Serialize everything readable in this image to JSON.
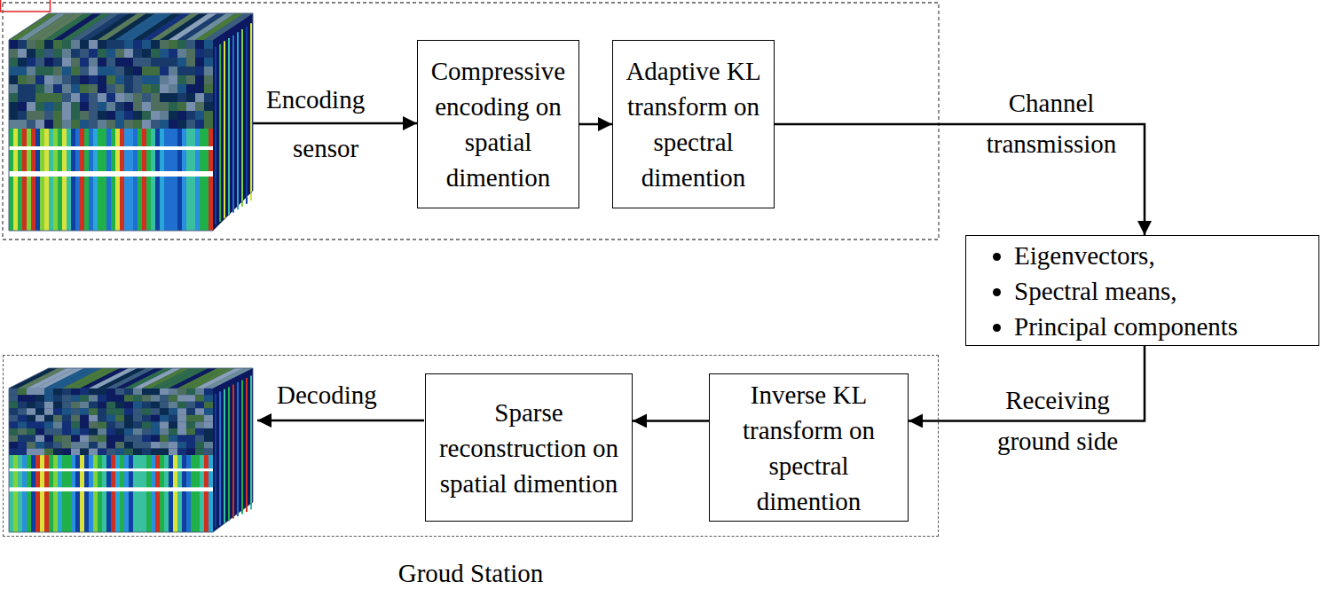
{
  "diagram": {
    "nodes": [
      {
        "text": [
          "Compressive encoding on spatial dimention"
        ]
      },
      {
        "text": [
          "Adaptive KL transform on spectral dimention"
        ]
      },
      {
        "text": [
          "Eigenvectors,",
          "Spectral means,",
          "Principal components"
        ]
      },
      {
        "text": [
          "Groud Station"
        ]
      },
      {
        "text": [
          "Sparse reconstruction on spatial dimention"
        ],
        "in": 3
      },
      {
        "text": [
          "Inverse KL transform on spectral dimention"
        ],
        "in": 3
      }
    ],
    "edges": [
      {
        "from": 0,
        "to": 1,
        "arrow": "to"
      },
      {
        "from": 1,
        "to": 2,
        "arrow": "to",
        "label": "Channel transmission"
      },
      {
        "from": 2,
        "to": 5,
        "arrow": "to",
        "label": "Receiving ground side"
      },
      {
        "from": 5,
        "to": 4,
        "arrow": "to"
      }
    ],
    "labels": [
      "Encoding",
      "sensor",
      "Decoding"
    ]
  }
}
